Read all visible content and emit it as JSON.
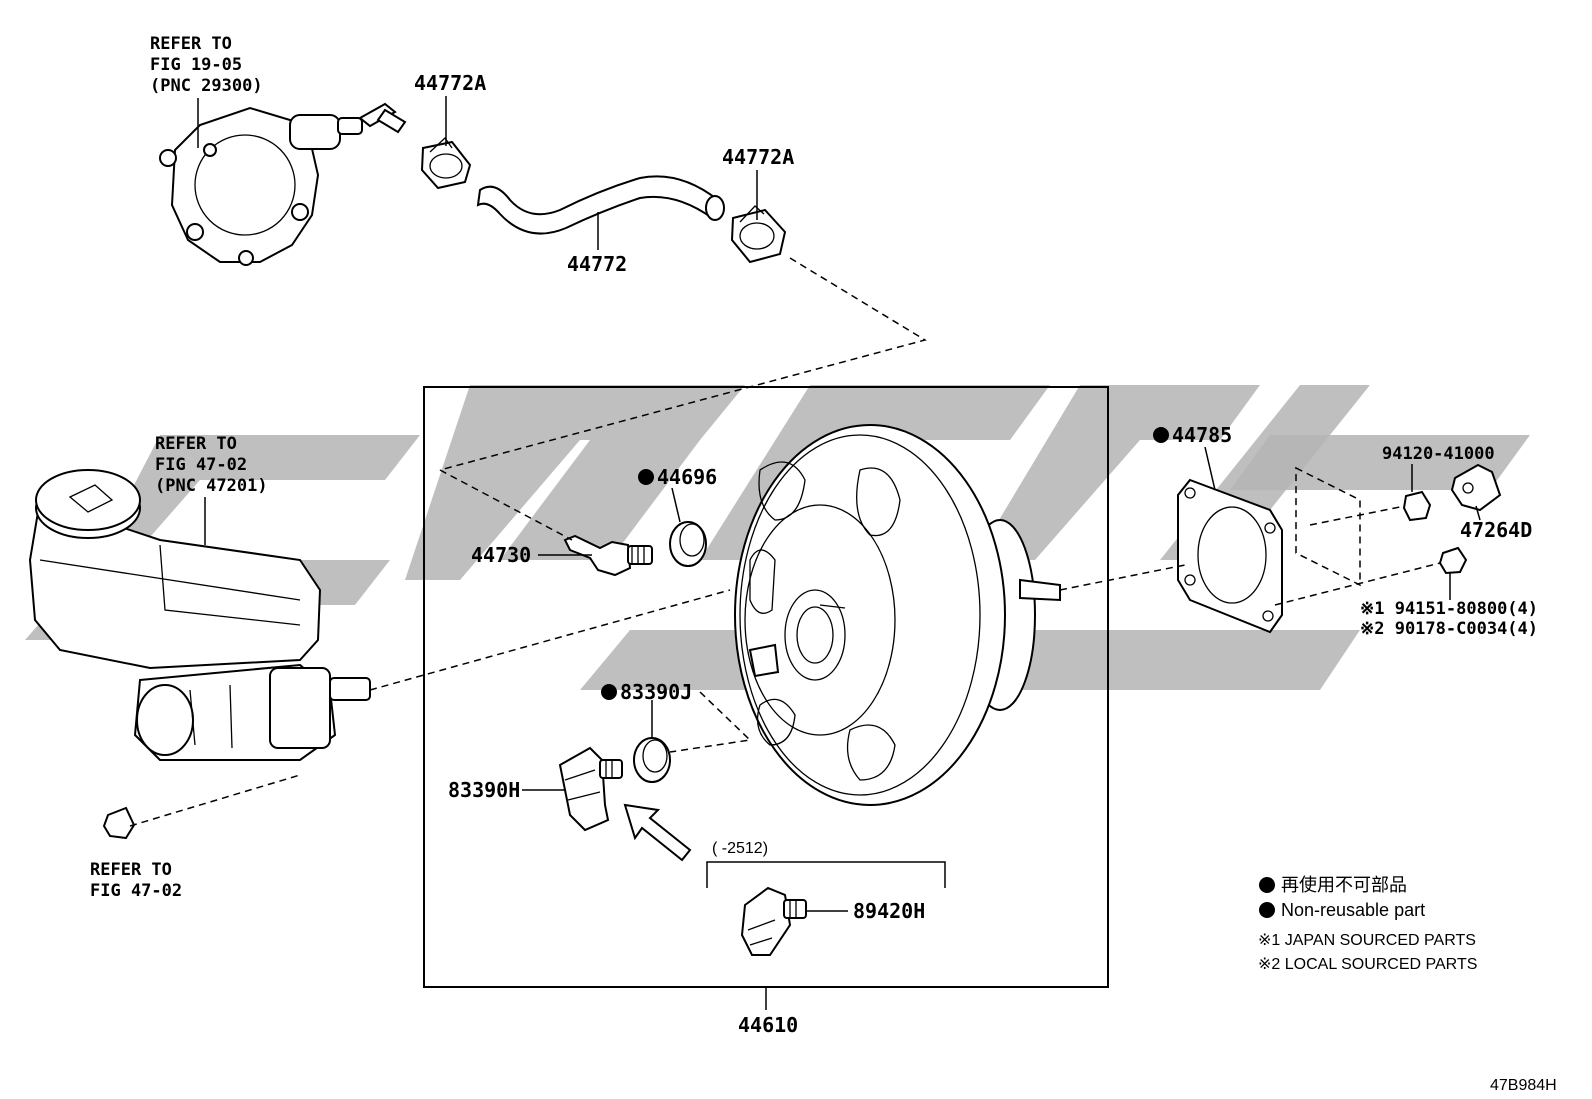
{
  "labels": {
    "ref_vacuum_pump": [
      "REFER TO",
      "FIG 19-05",
      "(PNC 29300)"
    ],
    "clamp_1": "44772A",
    "clamp_2": "44772A",
    "hose": "44772",
    "ref_master_cyl": [
      "REFER TO",
      "FIG 47-02",
      "(PNC 47201)"
    ],
    "ref_plug": [
      "REFER TO",
      "FIG 47-02"
    ],
    "check_valve": "44730",
    "grommet": "44696",
    "sensor_grommet": "83390J",
    "sensor": "83390H",
    "sensor_alt": "89420H",
    "date_range": "(      -2512)",
    "booster": "44610",
    "gasket": "44785",
    "nut": "94120-41000",
    "bracket": "47264D",
    "stud_1": "※1 94151-80800(4)",
    "stud_2": "※2 90178-C0034(4)"
  },
  "legend": {
    "non_reusable_jp": "再使用不可部品",
    "non_reusable_en": "Non-reusable part",
    "note_1": "※1 JAPAN SOURCED PARTS",
    "note_2": "※2 LOCAL SOURCED PARTS"
  },
  "figure_code": "47B984H",
  "colors": {
    "line": "#000000",
    "watermark": "#b4b4b4",
    "background": "#ffffff"
  }
}
